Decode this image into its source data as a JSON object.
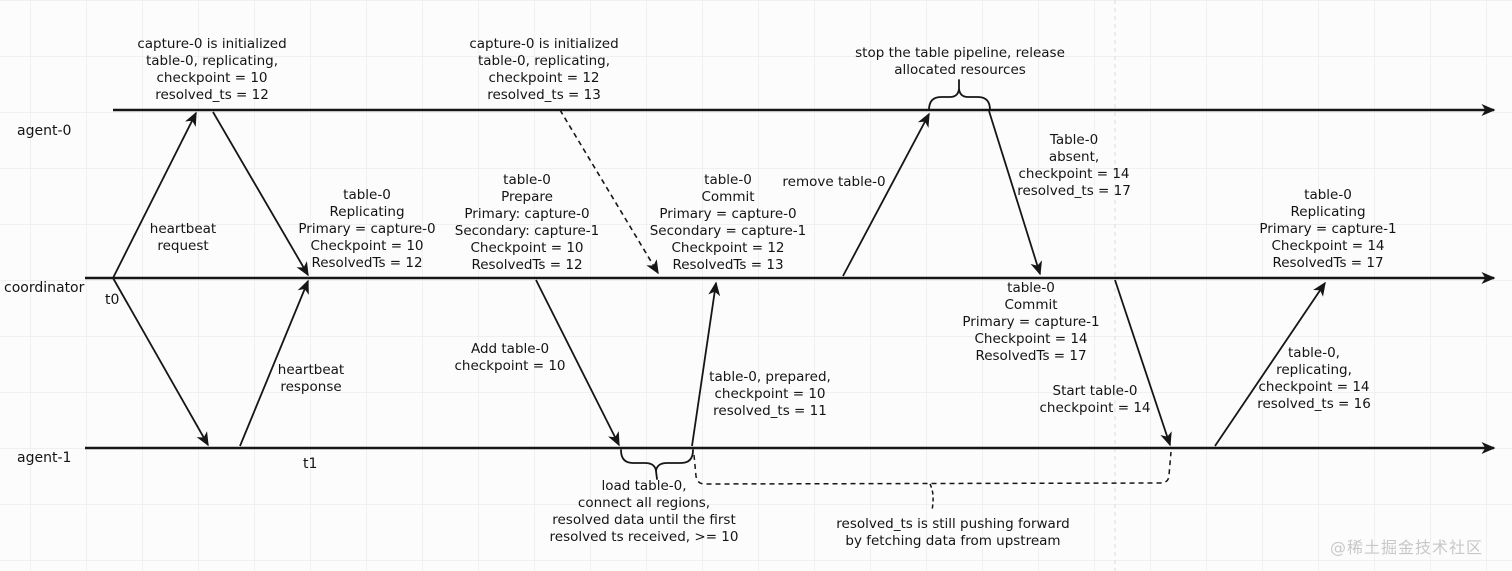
{
  "diagram": {
    "title_hint": "CDC table scheduling sequence diagram",
    "lifelines": {
      "agent0": "agent-0",
      "coordinator": "coordinator",
      "agent1": "agent-1"
    },
    "timestamps": {
      "t0": "t0",
      "t1": "t1"
    },
    "notes": {
      "capture0_init_first": "capture-0 is initialized\ntable-0, replicating,\ncheckpoint = 10\nresolved_ts = 12",
      "capture0_init_second": "capture-0 is initialized\ntable-0, replicating,\ncheckpoint = 12\nresolved_ts = 13",
      "stop_pipeline": "stop the table pipeline, release\nallocated resources",
      "heartbeat_request": "heartbeat\nrequest",
      "heartbeat_response": "heartbeat\nresponse",
      "replicating_capture0": "table-0\nReplicating\nPrimary = capture-0\nCheckpoint = 10\nResolvedTs = 12",
      "prepare_state": "table-0\nPrepare\nPrimary: capture-0\nSecondary: capture-1\nCheckpoint = 10\nResolvedTs = 12",
      "commit_capture0": "table-0\nCommit\nPrimary = capture-0\nSecondary = capture-1\nCheckpoint = 12\nResolvedTs = 13",
      "remove_table0": "remove table-0",
      "table0_absent": "Table-0\nabsent,\ncheckpoint = 14\nresolved_ts = 17",
      "commit_capture1": "table-0\nCommit\nPrimary = capture-1\nCheckpoint = 14\nResolvedTs = 17",
      "replicating_capture1": "table-0\nReplicating\nPrimary = capture-1\nCheckpoint = 14\nResolvedTs = 17",
      "add_table0": "Add table-0\ncheckpoint = 10",
      "prepared_response": "table-0, prepared,\ncheckpoint = 10\nresolved_ts = 11",
      "start_table0": "Start table-0\ncheckpoint = 14",
      "replicating_response": "table-0,\nreplicating,\ncheckpoint = 14\nresolved_ts = 16",
      "load_table0": "load table-0,\nconnect all regions,\nresolved data until the first\nresolved ts received, >= 10",
      "resolved_ts_pushing": "resolved_ts is still pushing forward\nby fetching data from upstream"
    },
    "watermark": "@稀土掘金技术社区",
    "colors": {
      "ink": "#161616",
      "grid": "#f0f0f0",
      "watermark": "#c8c8c8"
    }
  }
}
